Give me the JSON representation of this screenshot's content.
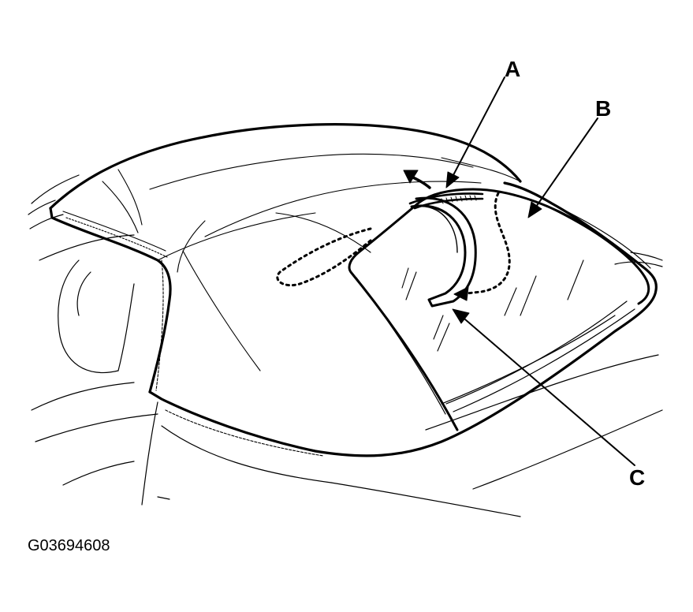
{
  "callouts": {
    "a": "A",
    "b": "B",
    "c": "C"
  },
  "figure_code": "G03694608",
  "colors": {
    "line": "#000000",
    "background": "#ffffff"
  }
}
